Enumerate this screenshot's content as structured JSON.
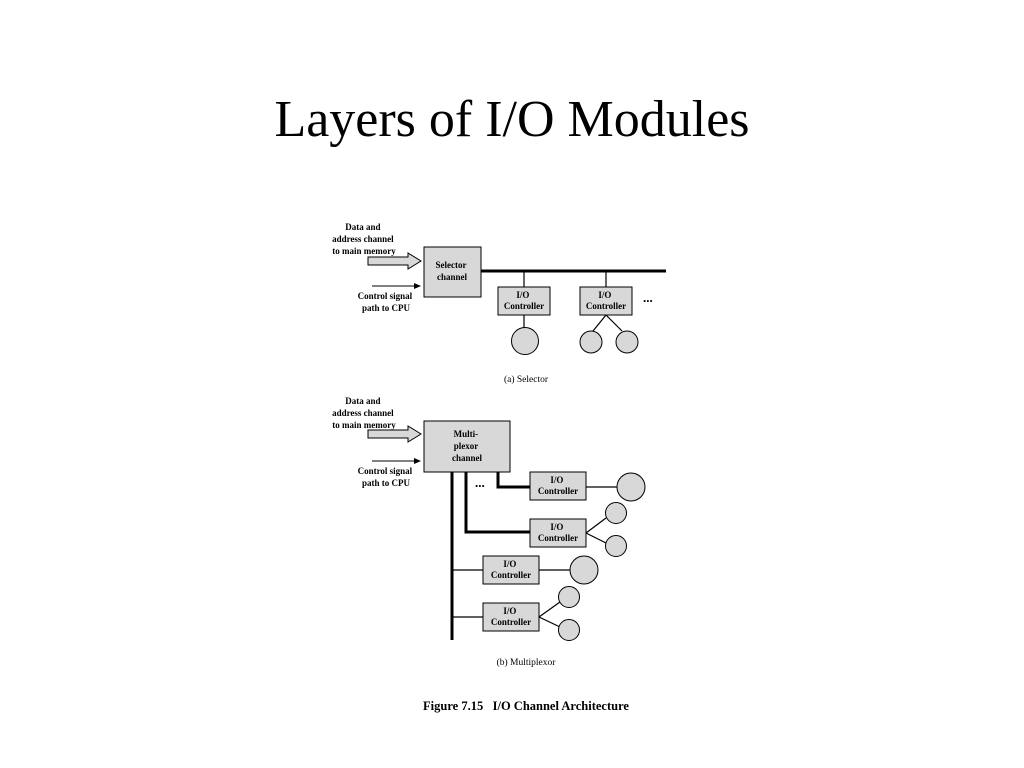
{
  "slide": {
    "title": "Layers of I/O Modules"
  },
  "colors": {
    "box_fill": "#d8d8d8",
    "device_fill": "#d8d8d8",
    "stroke": "#000000",
    "background": "#ffffff"
  },
  "selector": {
    "data_label": [
      "Data and",
      "address channel",
      "to main memory"
    ],
    "control_label": [
      "Control signal",
      "path to CPU"
    ],
    "channel_label": [
      "Selector",
      "channel"
    ],
    "controller_label": [
      "I/O",
      "Controller"
    ],
    "ellipsis": "...",
    "caption": "(a) Selector"
  },
  "multiplexor": {
    "data_label": [
      "Data and",
      "address channel",
      "to main memory"
    ],
    "control_label": [
      "Control signal",
      "path to CPU"
    ],
    "channel_label": [
      "Multi-",
      "plexor",
      "channel"
    ],
    "controller_label": [
      "I/O",
      "Controller"
    ],
    "ellipsis": "...",
    "caption": "(b) Multiplexor"
  },
  "figure_caption": "Figure 7.15   I/O Channel Architecture"
}
